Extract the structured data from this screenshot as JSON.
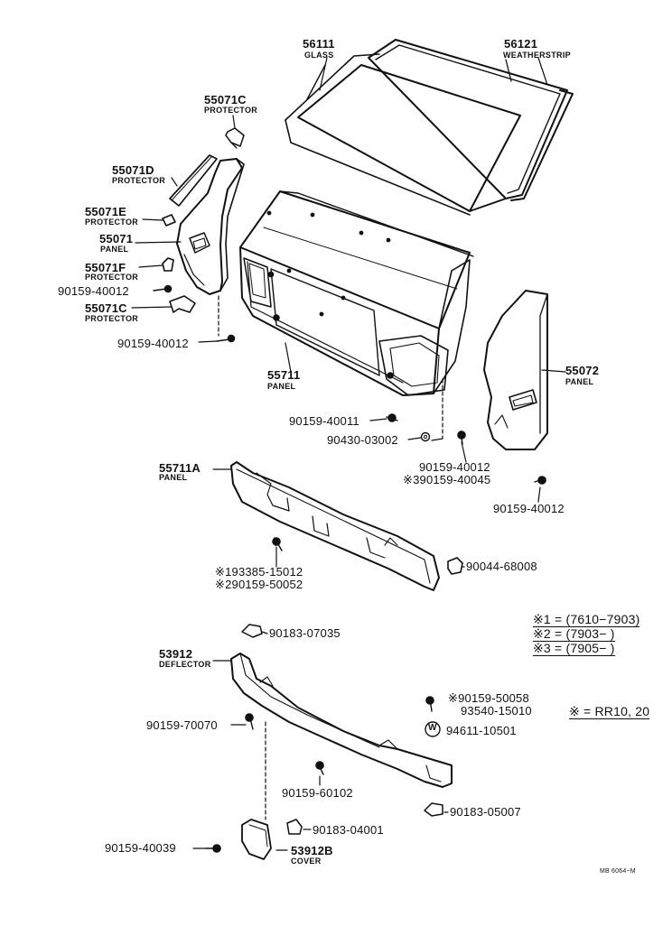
{
  "parts": {
    "p56111": {
      "number": "56111",
      "name": "GLASS"
    },
    "p56121": {
      "number": "56121",
      "name": "WEATHERSTRIP"
    },
    "p55071C_top": {
      "number": "55071C",
      "name": "PROTECTOR"
    },
    "p55071D": {
      "number": "55071D",
      "name": "PROTECTOR"
    },
    "p55071E": {
      "number": "55071E",
      "name": "PROTECTOR"
    },
    "p55071": {
      "number": "55071",
      "name": "PANEL"
    },
    "p55071F": {
      "number": "55071F",
      "name": "PROTECTOR"
    },
    "b90159_40012_a": {
      "number": "90159-40012"
    },
    "p55071C_bot": {
      "number": "55071C",
      "name": "PROTECTOR"
    },
    "b90159_40012_b": {
      "number": "90159-40012"
    },
    "p55711": {
      "number": "55711",
      "name": "PANEL"
    },
    "p55072": {
      "number": "55072",
      "name": "PANEL"
    },
    "b90159_40011": {
      "number": "90159-40011"
    },
    "b90430_03002": {
      "number": "90430-03002"
    },
    "b90159_40012_c": {
      "number": "90159-40012"
    },
    "b390159_40045": {
      "number": "※390159-40045"
    },
    "b90159_40012_d": {
      "number": "90159-40012"
    },
    "p55711A": {
      "number": "55711A",
      "name": "PANEL"
    },
    "b90044_68008": {
      "number": "90044-68008"
    },
    "b193385_15012": {
      "number": "※193385-15012"
    },
    "b290159_50052": {
      "number": "※290159-50052"
    },
    "b90183_07035": {
      "number": "90183-07035"
    },
    "p53912": {
      "number": "53912",
      "name": "DEFLECTOR"
    },
    "b90159_50058": {
      "number": "※90159-50058"
    },
    "b93540_15010": {
      "number": "93540-15010"
    },
    "b90159_70070": {
      "number": "90159-70070"
    },
    "b94611_10501": {
      "number": "94611-10501"
    },
    "b90159_60102": {
      "number": "90159-60102"
    },
    "b90183_05007": {
      "number": "90183-05007"
    },
    "b90183_04001": {
      "number": "90183-04001"
    },
    "b90159_40039": {
      "number": "90159-40039"
    },
    "p53912B": {
      "number": "53912B",
      "name": "COVER"
    }
  },
  "notes": {
    "line1": "※1 = (7610−7903)",
    "line2": "※2 = (7903−        )",
    "line3": "※3 = (7905−        )",
    "model": "※ = RR10, 20"
  },
  "diagram_code": "MB 6064−M",
  "washer_symbol": "W"
}
